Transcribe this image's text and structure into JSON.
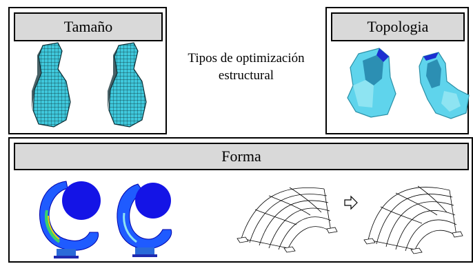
{
  "panels": {
    "size": {
      "title": "Tamaño"
    },
    "topology": {
      "title": "Topologia"
    },
    "shape": {
      "title": "Forma"
    }
  },
  "caption": "Tipos de optimización estructural",
  "colors": {
    "mesh_cyan": "#3fc8dc",
    "mesh_dark": "#0b2c33",
    "topology_cyan": "#5fd4ec",
    "disk_blue": "#1414e6",
    "header_gray": "#d9d9d9"
  },
  "icons": {
    "transform": "arrow-right-outline-icon"
  }
}
